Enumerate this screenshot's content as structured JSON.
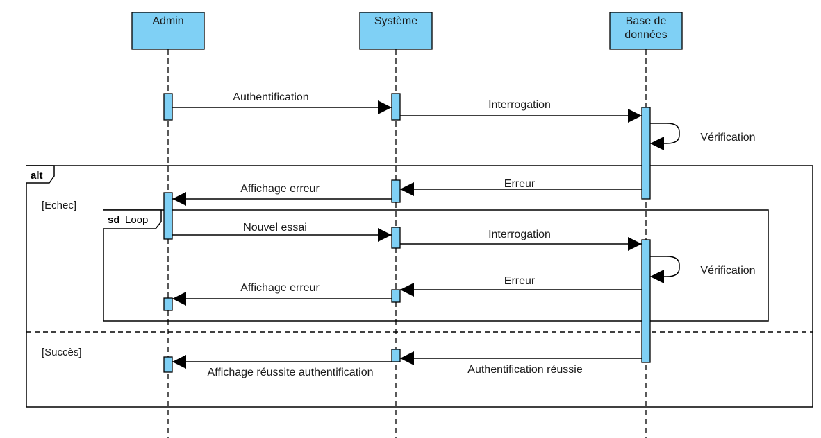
{
  "colors": {
    "box_fill": "#7fd0f5",
    "stroke": "#000000",
    "background": "#ffffff"
  },
  "participants": [
    {
      "id": "admin",
      "label_lines": [
        "Admin"
      ]
    },
    {
      "id": "systeme",
      "label_lines": [
        "Système"
      ]
    },
    {
      "id": "bdd",
      "label_lines": [
        "Base de",
        "données"
      ]
    }
  ],
  "frames": {
    "alt": {
      "keyword": "alt",
      "guards": [
        "[Echec]",
        "[Succès]"
      ]
    },
    "loop": {
      "keyword": "sd",
      "name": "Loop"
    }
  },
  "messages": [
    {
      "id": "authentification",
      "from": "admin",
      "to": "systeme",
      "label": "Authentification"
    },
    {
      "id": "interrogation-1",
      "from": "systeme",
      "to": "bdd",
      "label": "Interrogation"
    },
    {
      "id": "verification-1",
      "from": "bdd",
      "to": "bdd",
      "label": "Vérification"
    },
    {
      "id": "erreur-1",
      "from": "bdd",
      "to": "systeme",
      "label": "Erreur"
    },
    {
      "id": "affichage-erreur-1",
      "from": "systeme",
      "to": "admin",
      "label": "Affichage erreur"
    },
    {
      "id": "nouvel-essai",
      "from": "admin",
      "to": "systeme",
      "label": "Nouvel essai"
    },
    {
      "id": "interrogation-2",
      "from": "systeme",
      "to": "bdd",
      "label": "Interrogation"
    },
    {
      "id": "verification-2",
      "from": "bdd",
      "to": "bdd",
      "label": "Vérification"
    },
    {
      "id": "erreur-2",
      "from": "bdd",
      "to": "systeme",
      "label": "Erreur"
    },
    {
      "id": "affichage-erreur-2",
      "from": "systeme",
      "to": "admin",
      "label": "Affichage erreur"
    },
    {
      "id": "authentification-reussie",
      "from": "bdd",
      "to": "systeme",
      "label": "Authentification réussie"
    },
    {
      "id": "affichage-reussite",
      "from": "systeme",
      "to": "admin",
      "label": "Affichage réussite authentification"
    }
  ]
}
